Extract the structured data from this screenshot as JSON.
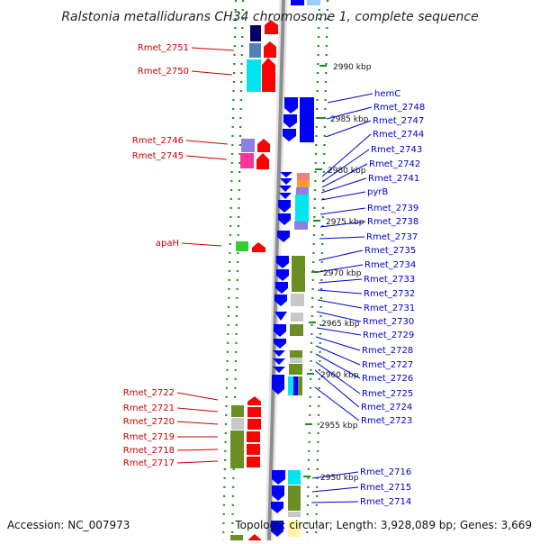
{
  "title": "Ralstonia metallidurans CH34 chromosome 1, complete sequence",
  "footer": {
    "accession": "Accession: NC_007973",
    "topology": "Topology: circular; Length: 3,928,089 bp; Genes: 3,669"
  },
  "colors": {
    "forward_strand": "#ff0000",
    "reverse_strand": "#0000ff",
    "left_label": "#cc0000",
    "right_label": "#0000cc",
    "tick": "#228b22",
    "backbone": "#9a9a9a",
    "cog_navy": "#000066",
    "cog_steelblue": "#4f81bd",
    "cog_cyan": "#00e5ee",
    "cog_purple": "#8f7fe0",
    "cog_magenta": "#ff3399",
    "cog_green": "#33cc33",
    "cog_olive": "#6b8e23",
    "cog_gray": "#c8c8c8",
    "cog_salmon": "#f08080",
    "cog_orange": "#ff9933",
    "cog_yellow": "#ffee66",
    "cog_lightblue": "#99ccff"
  },
  "ticks": [
    {
      "label": "2990 kbp"
    },
    {
      "label": "2985 kbp"
    },
    {
      "label": "2980 kbp"
    },
    {
      "label": "2975 kbp"
    },
    {
      "label": "2970 kbp"
    },
    {
      "label": "2965 kbp"
    },
    {
      "label": "2960 kbp"
    },
    {
      "label": "2955 kbp"
    },
    {
      "label": "2950 kbp"
    }
  ],
  "left_genes": [
    "Rmet_2751",
    "Rmet_2750",
    "Rmet_2746",
    "Rmet_2745",
    "apaH",
    "Rmet_2722",
    "Rmet_2721",
    "Rmet_2720",
    "Rmet_2719",
    "Rmet_2718",
    "Rmet_2717"
  ],
  "right_genes": [
    "hemC",
    "Rmet_2748",
    "Rmet_2747",
    "Rmet_2744",
    "Rmet_2743",
    "Rmet_2742",
    "Rmet_2741",
    "pyrB",
    "Rmet_2739",
    "Rmet_2738",
    "Rmet_2737",
    "Rmet_2735",
    "Rmet_2734",
    "Rmet_2733",
    "Rmet_2732",
    "Rmet_2731",
    "Rmet_2730",
    "Rmet_2729",
    "Rmet_2728",
    "Rmet_2727",
    "Rmet_2726",
    "Rmet_2725",
    "Rmet_2724",
    "Rmet_2723",
    "Rmet_2716",
    "Rmet_2715",
    "Rmet_2714"
  ]
}
